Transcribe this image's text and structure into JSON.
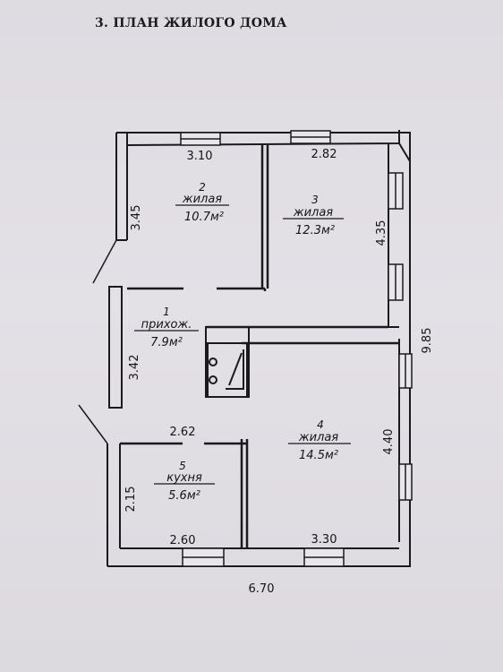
{
  "title": "3. ПЛАН ЖИЛОГО ДОМА",
  "rooms": [
    {
      "number": "2",
      "name": "жилая",
      "area": "10.7м²"
    },
    {
      "number": "3",
      "name": "жилая",
      "area": "12.3м²"
    },
    {
      "number": "1",
      "name": "прихож.",
      "area": "7.9м²"
    },
    {
      "number": "4",
      "name": "жилая",
      "area": "14.5м²"
    },
    {
      "number": "5",
      "name": "кухня",
      "area": "5.6м²"
    }
  ],
  "dimensions": {
    "room2_width": "3.10",
    "room3_width": "2.82",
    "room2_depth": "3.45",
    "room3_depth": "4.35",
    "total_depth": "9.85",
    "hall_depth": "3.42",
    "kitchen_width_top": "2.62",
    "room4_depth": "4.40",
    "kitchen_depth": "2.15",
    "kitchen_width_bottom": "2.60",
    "room4_width": "3.30",
    "total_width": "6.70"
  }
}
